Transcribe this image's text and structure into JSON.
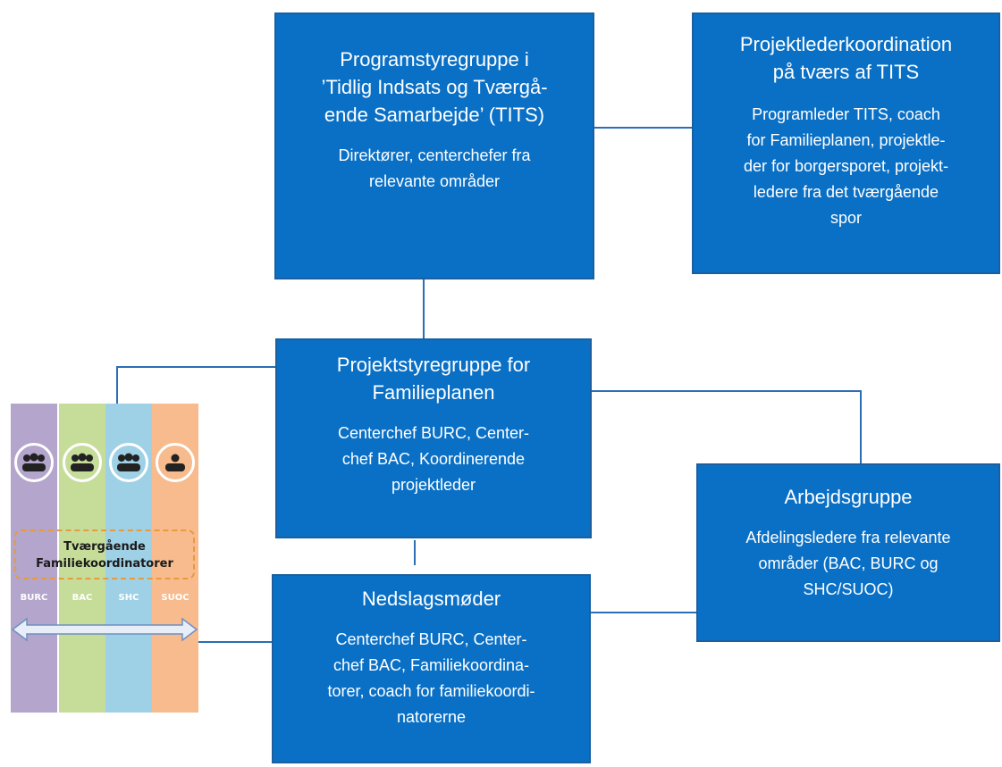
{
  "boxes": {
    "program_steering": {
      "title": [
        "Programstyregruppe i",
        "’Tidlig Indsats og Tværgå-",
        "ende Samarbejde’ (TITS)"
      ],
      "members": [
        "Direktører, centerchefer fra",
        "relevante områder"
      ]
    },
    "project_coordination": {
      "title": [
        "Projektlederkoordination",
        "på tværs af TITS"
      ],
      "members": [
        "Programleder TITS, coach",
        "for Familieplanen, projektle-",
        "der for borgersporet, projekt-",
        "ledere fra det tværgående",
        "spor"
      ]
    },
    "project_steering": {
      "title": [
        "Projektstyregruppe for",
        "Familieplanen"
      ],
      "members": [
        "Centerchef BURC, Center-",
        "chef BAC, Koordinerende",
        "projektleder"
      ]
    },
    "working_group": {
      "title": [
        "Arbejdsgruppe"
      ],
      "members": [
        "Afdelingsledere fra relevante",
        "områder (BAC, BURC og",
        "SHC/SUOC)"
      ]
    },
    "meetings": {
      "title": [
        "Nedslagsmøder"
      ],
      "members": [
        "Centerchef BURC, Center-",
        "chef BAC, Familiekoordina-",
        "torer, coach for familiekoordi-",
        "natorerne"
      ]
    }
  },
  "graphic": {
    "coordinator_label": [
      "Tværgående",
      "Familiekoordinatorer"
    ],
    "bands": [
      {
        "abbr": "BURC",
        "color": "#b3a5cb"
      },
      {
        "abbr": "BAC",
        "color": "#c6dd9a"
      },
      {
        "abbr": "SHC",
        "color": "#9fd1e6"
      },
      {
        "abbr": "SUOC",
        "color": "#f7bb8d"
      }
    ]
  },
  "colors": {
    "box_fill": "#0a70c6",
    "box_border": "#1b5f9e",
    "connector": "#2a6eb5"
  }
}
